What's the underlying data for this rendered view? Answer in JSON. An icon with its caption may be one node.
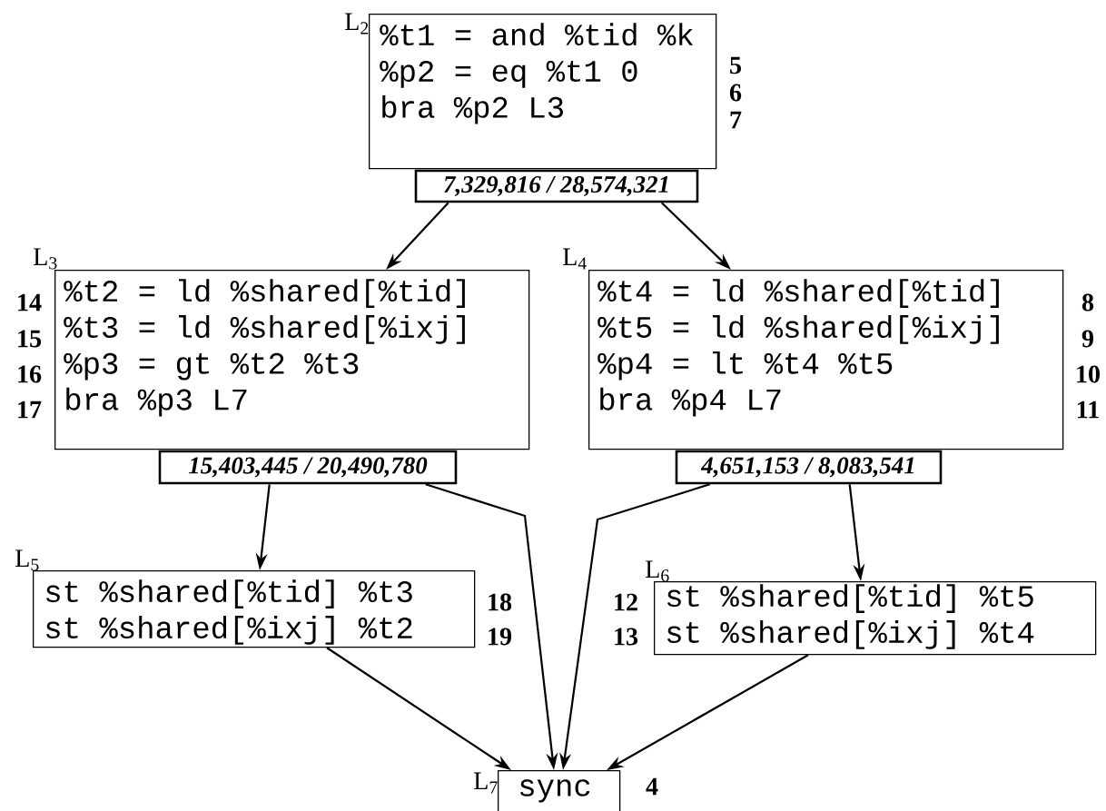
{
  "diagram": {
    "nodes": [
      {
        "text": [
          "L$_{2}$",
          "%t1 = and %tid %k",
          "%p2 = eq %t1 0",
          "bra %p2 L3"
        ],
        "beside": [
          "5",
          "6",
          "7"
        ]
      },
      {
        "text": [
          "7,329,816 / 28,574,321"
        ]
      },
      {
        "text": [
          "L$_{3}$",
          "%t2 = ld %shared[%tid]",
          "%t3 = ld %shared[%ixj]",
          "%p3 = gt %t2 %t3",
          "bra %p3 L7"
        ],
        "beside": [
          "14",
          "15",
          "16",
          "17"
        ]
      },
      {
        "text": [
          "L$_{4}$",
          "%t4 = ld %shared[%tid]",
          "%t5 = ld %shared[%ixj]",
          "%p4 = lt %t4 %t5",
          "bra %p4 L7"
        ],
        "beside": [
          "8",
          "9",
          "10",
          "11"
        ]
      },
      {
        "text": [
          "15,403,445 / 20,490,780"
        ]
      },
      {
        "text": [
          "4,651,153 / 8,083,541"
        ]
      },
      {
        "text": [
          "L$_{5}$",
          "st %shared[%tid] %t3",
          "st %shared[%ixj] %t2"
        ],
        "beside": [
          "18",
          "19"
        ]
      },
      {
        "text": [
          "L$_{6}$",
          "st %shared[%tid] %t5",
          "st %shared[%ixj] %t4"
        ],
        "beside": [
          "12",
          "13"
        ]
      },
      {
        "text": [
          "L$_{7}$",
          "sync"
        ],
        "beside": [
          "4"
        ]
      }
    ],
    "edges": [
      {
        "from": 1,
        "to": 2,
        "arrow": "to"
      },
      {
        "from": 1,
        "to": 3,
        "arrow": "to"
      },
      {
        "from": 4,
        "to": 6,
        "arrow": "to"
      },
      {
        "from": 4,
        "to": 8,
        "arrow": "to"
      },
      {
        "from": 5,
        "to": 8,
        "arrow": "to"
      },
      {
        "from": 5,
        "to": 7,
        "arrow": "to"
      },
      {
        "from": 6,
        "to": 8,
        "arrow": "to"
      },
      {
        "from": 7,
        "to": 8,
        "arrow": "to"
      }
    ]
  }
}
